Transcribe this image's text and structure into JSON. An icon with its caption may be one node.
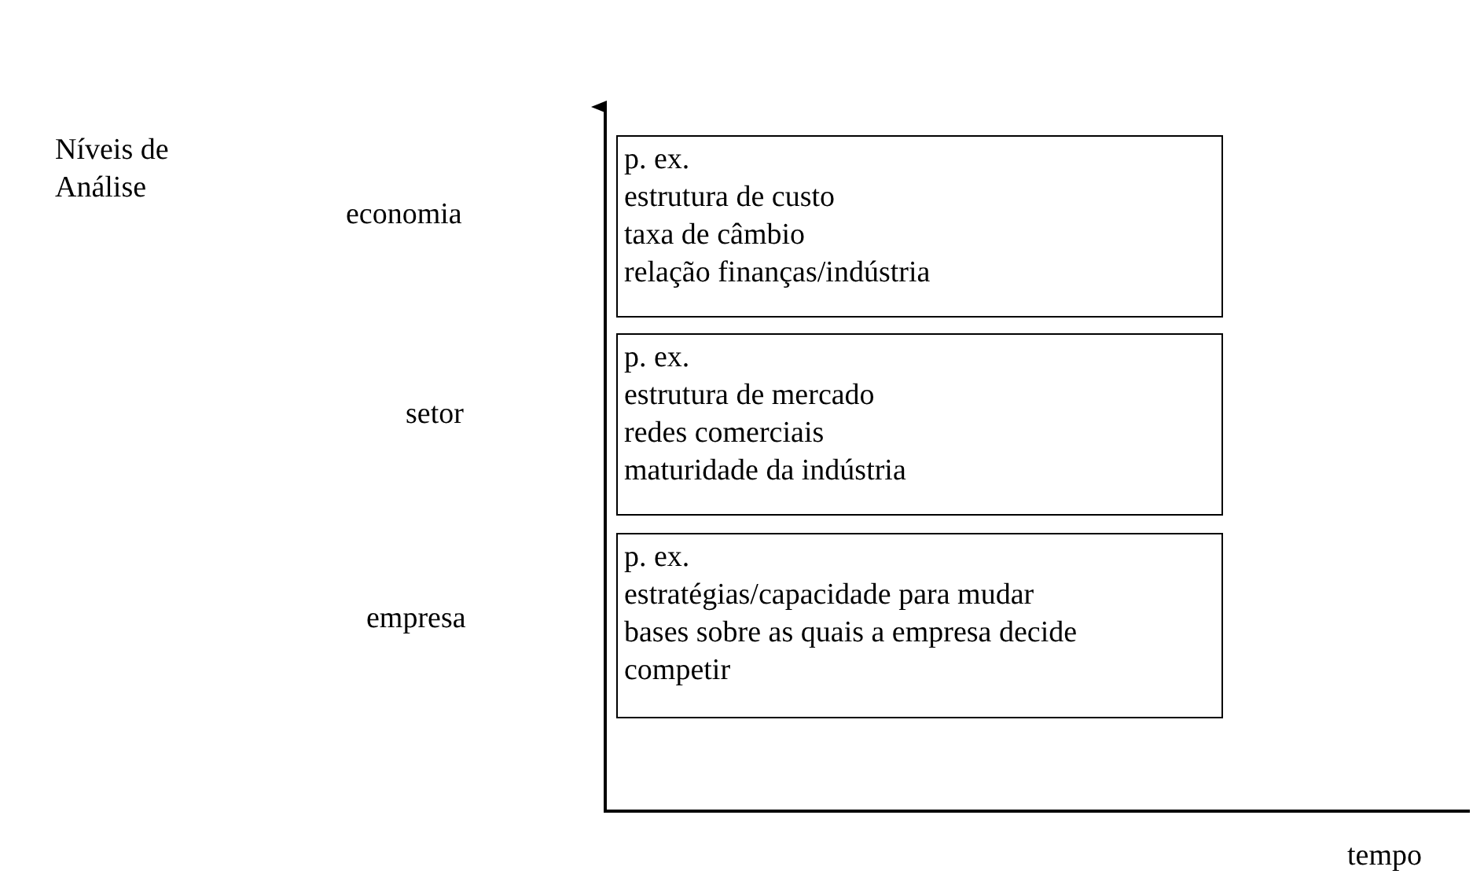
{
  "diagram": {
    "nodes": [
      {
        "text": [
          "p. ex.",
          "estrutura de custo",
          "taxa de câmbio",
          "relação finanças/indústria"
        ]
      },
      {
        "text": [
          "p. ex.",
          "estrutura de mercado",
          "redes comerciais",
          "maturidade da indústria"
        ]
      },
      {
        "text": [
          "p. ex.",
          "estratégias/capacidade para mudar",
          "bases sobre as quais a empresa decide competir"
        ]
      }
    ],
    "edges": [],
    "labels": [
      "Níveis de Análise",
      "economia",
      "setor",
      "empresa",
      "tempo"
    ]
  }
}
